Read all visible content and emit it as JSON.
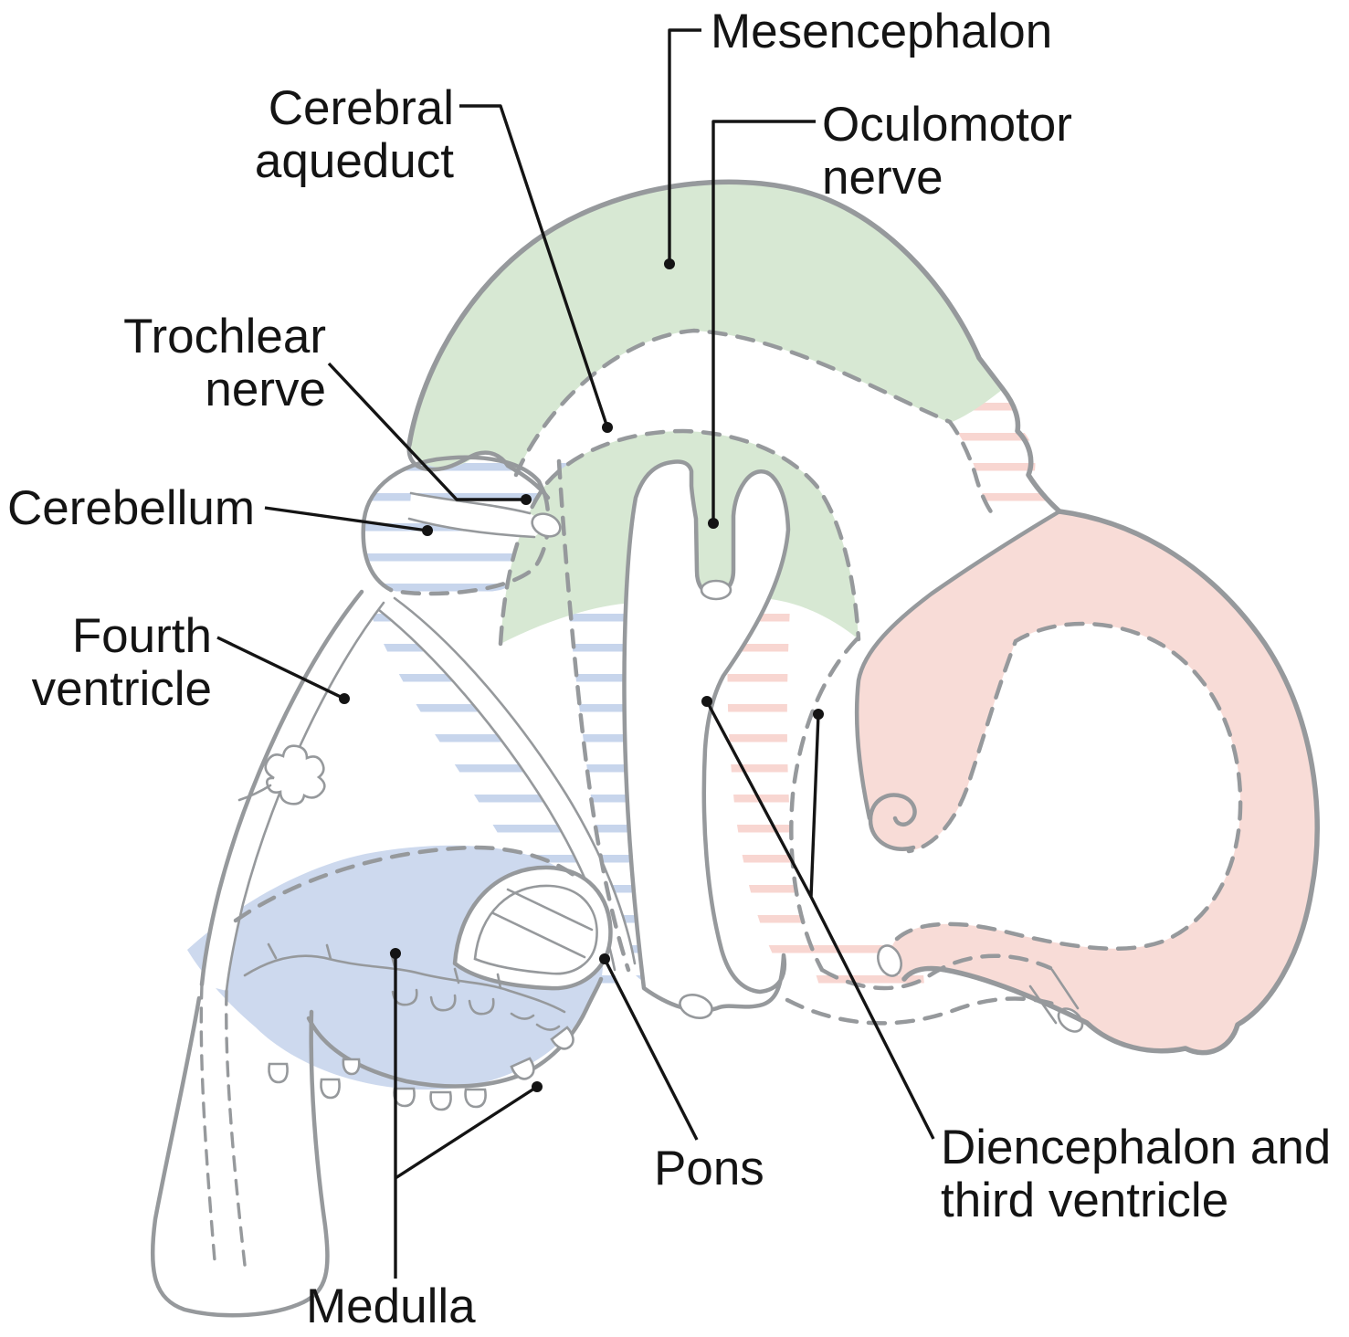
{
  "figure": {
    "title": "Embryonic brain sagittal section diagram",
    "labels": {
      "mesencephalon": "Mesencephalon",
      "cerebral_aqueduct_line1": "Cerebral",
      "cerebral_aqueduct_line2": "aqueduct",
      "oculomotor_line1": "Oculomotor",
      "oculomotor_line2": "nerve",
      "trochlear_line1": "Trochlear",
      "trochlear_line2": "nerve",
      "cerebellum": "Cerebellum",
      "fourth_ventricle_line1": "Fourth",
      "fourth_ventricle_line2": "ventricle",
      "medulla": "Medulla",
      "pons": "Pons",
      "diencephalon_line1": "Diencephalon and",
      "diencephalon_line2": "third ventricle"
    },
    "regions": [
      {
        "name": "Mesencephalon",
        "fill": "#d7e8d3",
        "style": "solid green"
      },
      {
        "name": "Diencephalon and third ventricle",
        "fill": "#f8dcd7",
        "style": "solid pink"
      },
      {
        "name": "Medulla",
        "fill": "#cdd9ee",
        "style": "solid blue"
      },
      {
        "name": "Cerebellum",
        "fill": "#c7d5ec",
        "style": "blue horizontal hatching"
      },
      {
        "name": "Pons",
        "fill": "#c7d5ec",
        "style": "blue horizontal hatching"
      },
      {
        "name": "Diencephalon transition",
        "fill": "#f8d6d1",
        "style": "pink horizontal hatching"
      }
    ],
    "colors": {
      "green": "#d7e8d3",
      "pink": "#f8dcd7",
      "blue": "#cdd9ee",
      "blue-stripe": "#c7d5ec",
      "pink-stripe": "#f8d6d1",
      "outline": "#96999c",
      "leader": "#141414",
      "bg": "#ffffff",
      "text": "#141414"
    }
  }
}
